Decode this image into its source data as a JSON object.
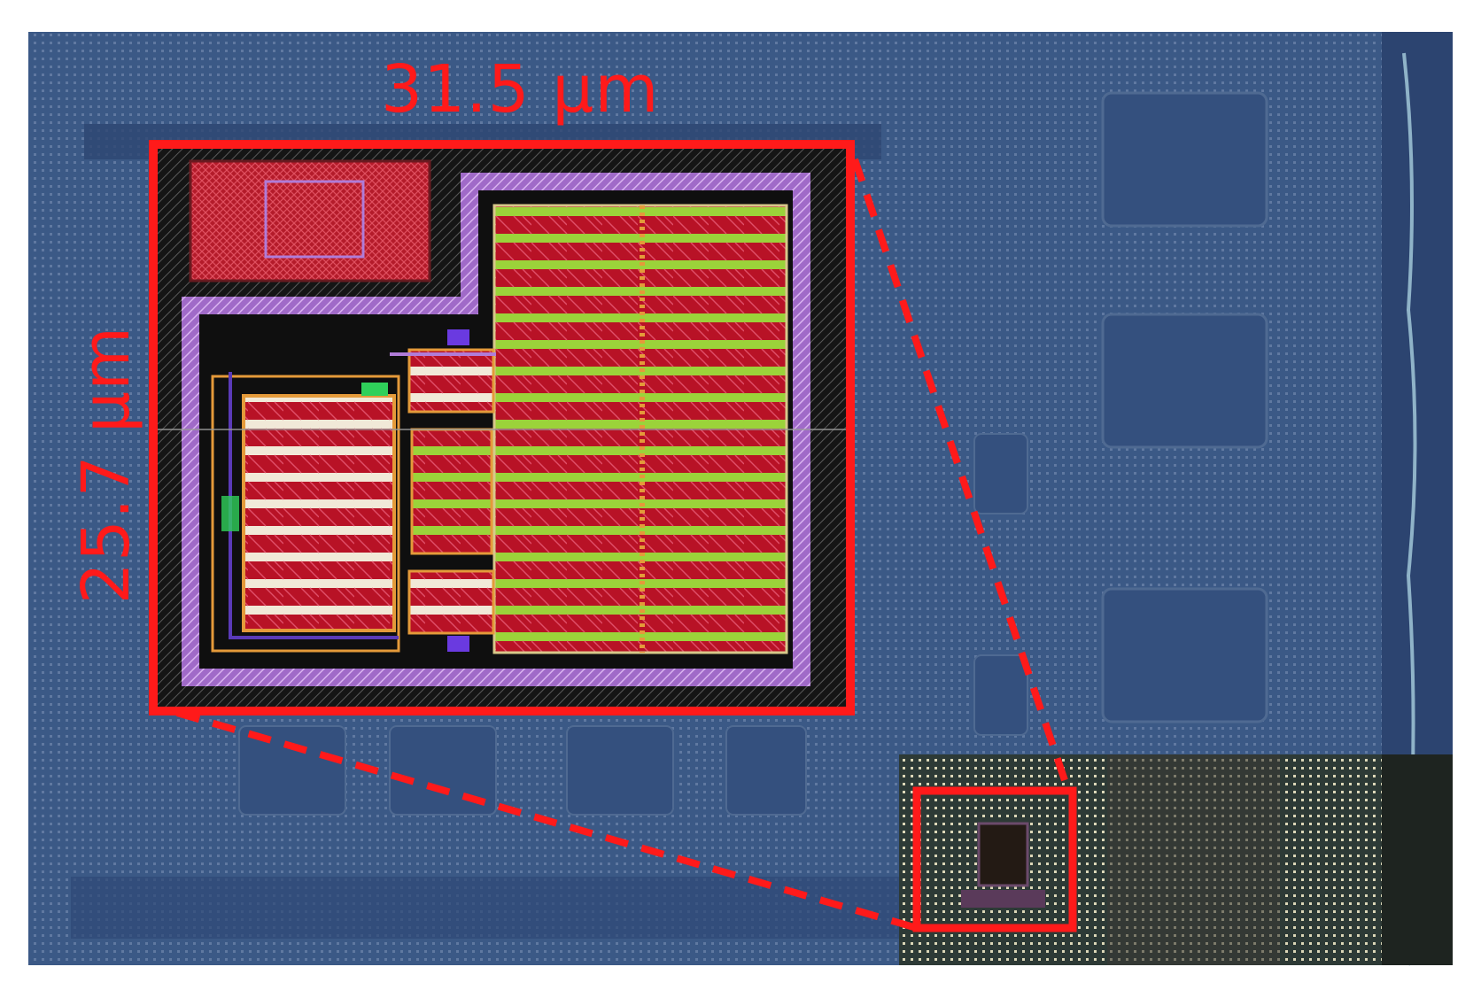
{
  "figure": {
    "width_label": "31.5 µm",
    "height_label": "25.7 µm"
  },
  "colors": {
    "annotation": "#ff1a1a",
    "die_background": "#3a5784",
    "layout_metal_red": "#c8102e",
    "layout_metal_green": "#9bd33a",
    "layout_purple": "#b07cd8",
    "layout_orange": "#e49a3a"
  },
  "icons": [
    "chip-layout-inset",
    "die-photo",
    "zoom-callout"
  ]
}
